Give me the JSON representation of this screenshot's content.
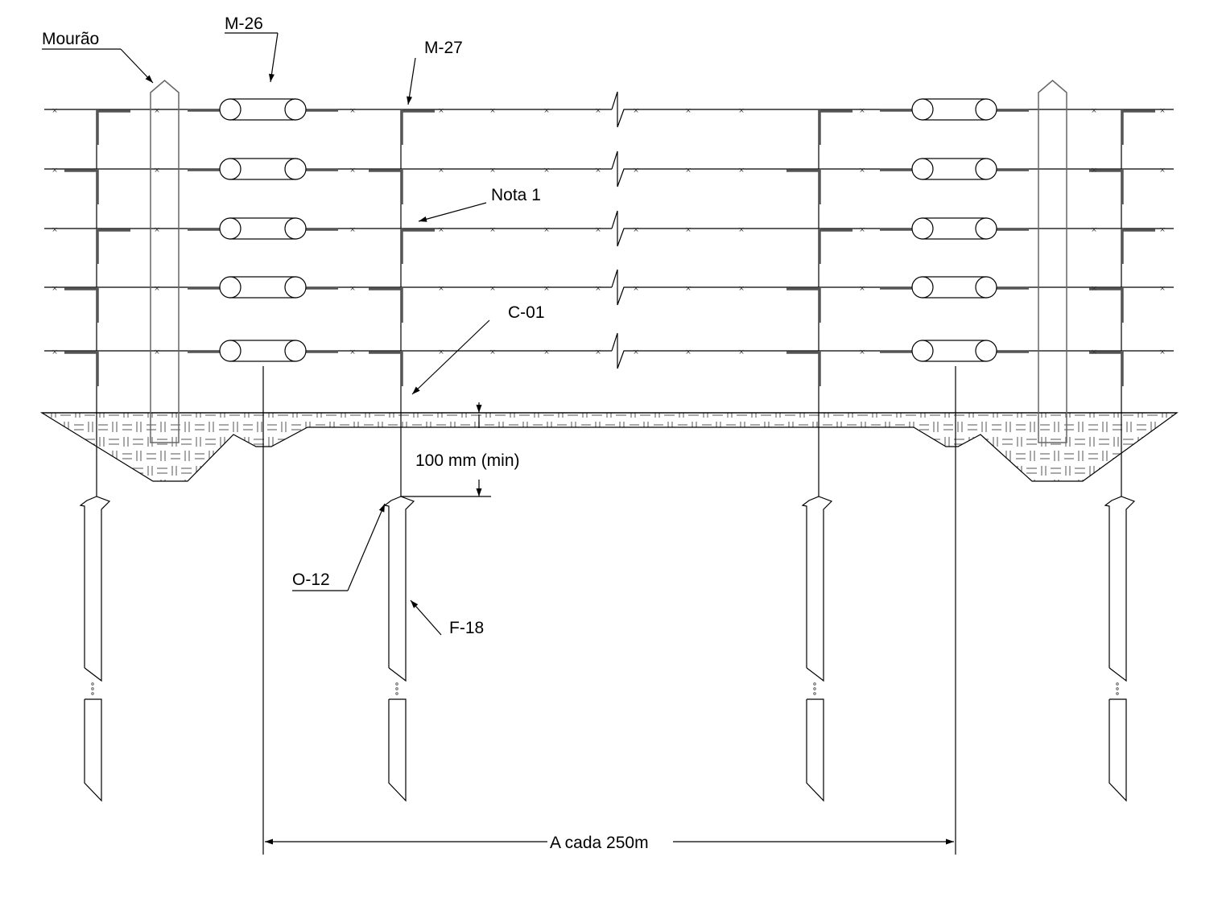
{
  "labels": {
    "mourao": "Mourão",
    "m26": "M-26",
    "m27": "M-27",
    "nota1": "Nota 1",
    "c01": "C-01",
    "dim_100": "100 mm (min)",
    "o12": "O-12",
    "f18": "F-18",
    "span": "A cada 250m"
  },
  "colors": {
    "line": "#000000",
    "hatch": "#7a7a7a",
    "lead": "#555555"
  }
}
